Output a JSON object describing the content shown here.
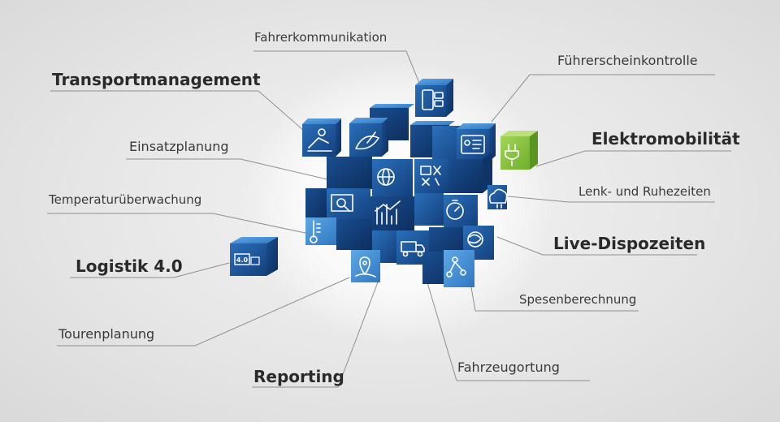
{
  "labels": {
    "fahrerkommunikation": "Fahrerkommunikation",
    "transportmanagement": "Transportmanagement",
    "fuehrerscheinkontrolle": "Führerscheinkontrolle",
    "einsatzplanung": "Einsatzplanung",
    "elektromobilitaet": "Elektromobilität",
    "temperaturueberwachung": "Temperaturüberwachung",
    "lenk_ruhezeiten": "Lenk- und Ruhezeiten",
    "live_dispozeiten": "Live-Dispozeiten",
    "logistik": "Logistik 4.0",
    "spesenberechnung": "Spesenberechnung",
    "tourenplanung": "Tourenplanung",
    "reporting": "Reporting",
    "fahrzeugortung": "Fahrzeugortung"
  },
  "badge_logistik": "4.0",
  "icons": [
    "chat-phone-icon",
    "satellite-dish-icon",
    "license-card-icon",
    "plug-icon",
    "transport-icon",
    "globe-icon",
    "tools-icon",
    "map-icon",
    "chart-icon",
    "stopwatch-icon",
    "cloud-icon",
    "thermometer-icon",
    "truck-icon",
    "location-pin-icon",
    "network-icon",
    "map-globe-icon"
  ],
  "colors": {
    "cube_dark": "#12396e",
    "cube_mid": "#1e5fa6",
    "cube_light": "#3d8ad0",
    "accent_green": "#8cc63f",
    "line": "#8a8a8a"
  }
}
